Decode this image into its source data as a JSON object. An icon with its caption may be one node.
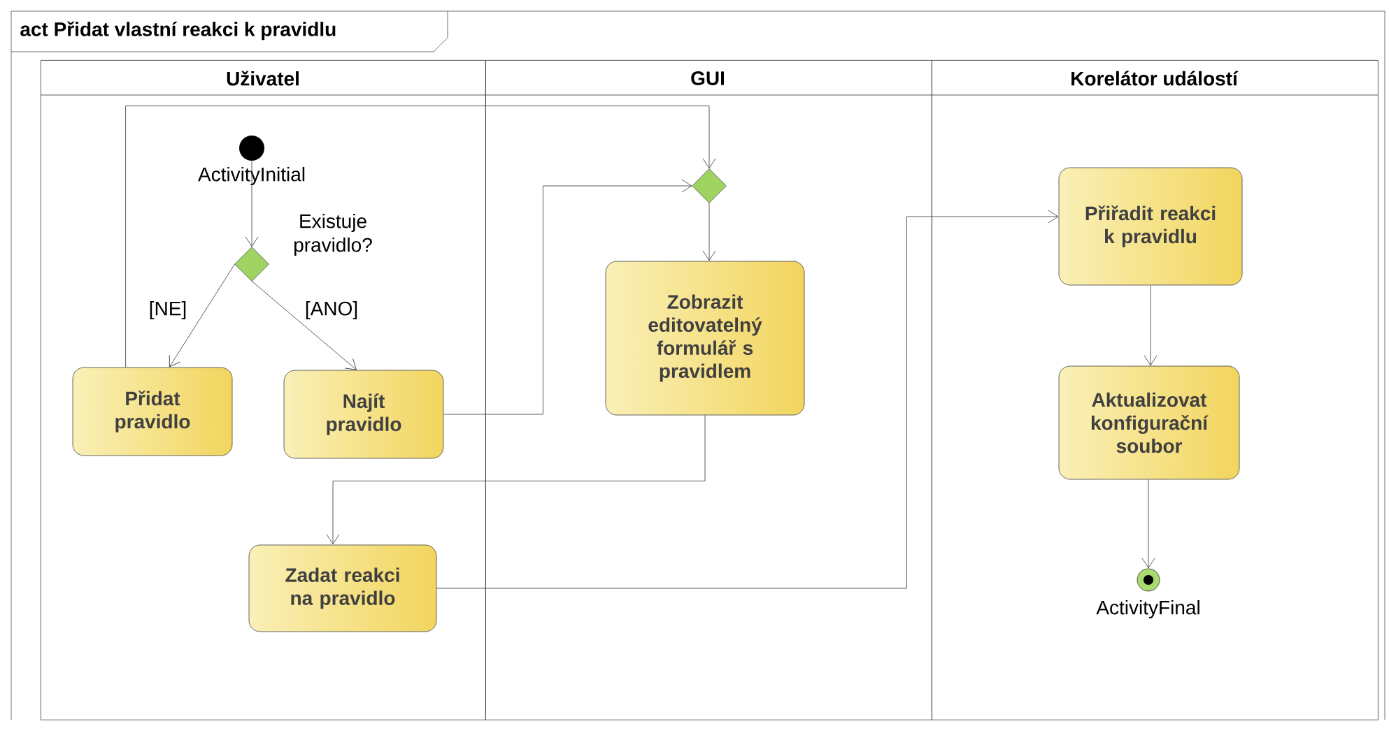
{
  "diagram": {
    "title": "act Přidat vlastní reakci k pravidlu",
    "nodes": [
      {
        "text": [
          "Uživatel"
        ]
      },
      {
        "text": [
          "GUI"
        ]
      },
      {
        "text": [
          "Korelátor událostí"
        ]
      },
      {
        "text": [],
        "shape": "circle",
        "in": 0,
        "beside": [
          "ActivityInitial"
        ]
      },
      {
        "text": [],
        "shape": "diamond",
        "in": 0,
        "beside": [
          "Existuje pravidlo?"
        ]
      },
      {
        "text": [
          "Přidat pravidlo"
        ],
        "in": 0
      },
      {
        "text": [
          "Najít pravidlo"
        ],
        "in": 0
      },
      {
        "text": [],
        "shape": "diamond",
        "in": 1
      },
      {
        "text": [
          "Zobrazit editovatelný formulář s pravidlem"
        ],
        "in": 1
      },
      {
        "text": [
          "Zadat reakci na pravidlo"
        ],
        "in": 0
      },
      {
        "text": [
          "Přiřadit reakci k pravidlu"
        ],
        "in": 2
      },
      {
        "text": [
          "Aktualizovat konfigurační soubor"
        ],
        "in": 2
      },
      {
        "text": [],
        "shape": "final",
        "in": 2,
        "beside": [
          "ActivityFinal"
        ]
      }
    ],
    "edges": [
      {
        "from": 3,
        "to": 4,
        "arrow": "to"
      },
      {
        "from": 4,
        "to": 5,
        "arrow": "to",
        "label": "[NE]"
      },
      {
        "from": 4,
        "to": 6,
        "arrow": "to",
        "label": "[ANO]"
      },
      {
        "from": 5,
        "to": 7,
        "arrow": "to"
      },
      {
        "from": 6,
        "to": 7,
        "arrow": "to"
      },
      {
        "from": 7,
        "to": 8,
        "arrow": "to"
      },
      {
        "from": 8,
        "to": 9,
        "arrow": "to"
      },
      {
        "from": 9,
        "to": 10,
        "arrow": "to"
      },
      {
        "from": 10,
        "to": 11,
        "arrow": "to"
      },
      {
        "from": 11,
        "to": 12,
        "arrow": "to"
      }
    ]
  }
}
